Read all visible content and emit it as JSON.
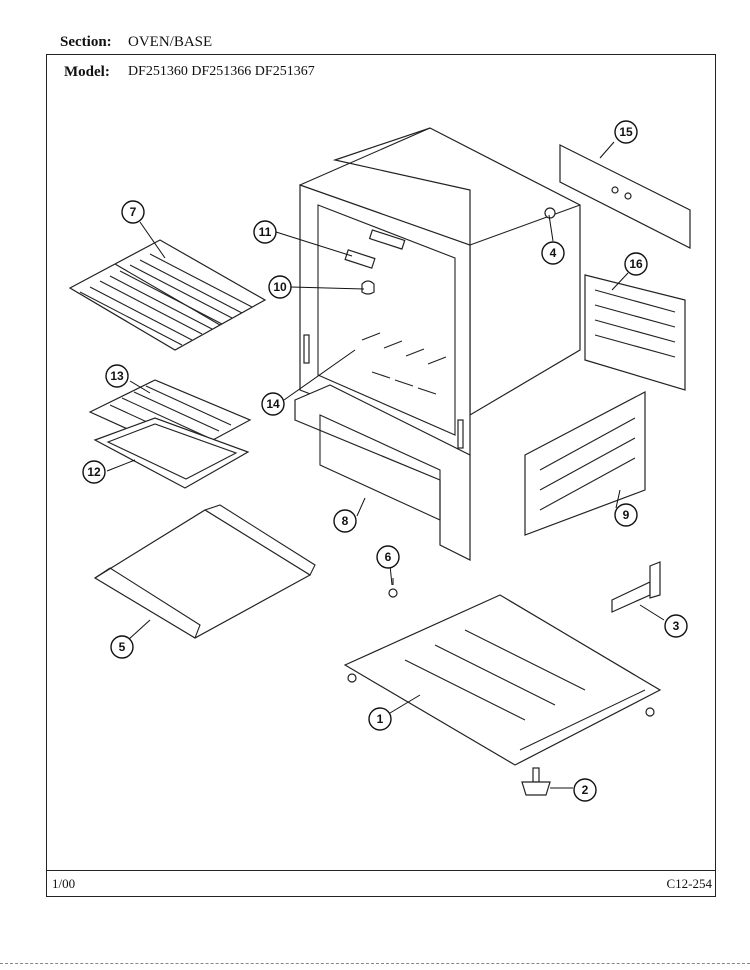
{
  "header": {
    "section_label": "Section:",
    "section_value": "OVEN/BASE",
    "model_label": "Model:",
    "model_value": "DF251360 DF251366 DF251367"
  },
  "footer": {
    "left": "1/00",
    "right": "C12-254"
  },
  "callouts": [
    "1",
    "2",
    "3",
    "4",
    "5",
    "6",
    "7",
    "8",
    "9",
    "10",
    "11",
    "12",
    "13",
    "14",
    "15",
    "16"
  ]
}
